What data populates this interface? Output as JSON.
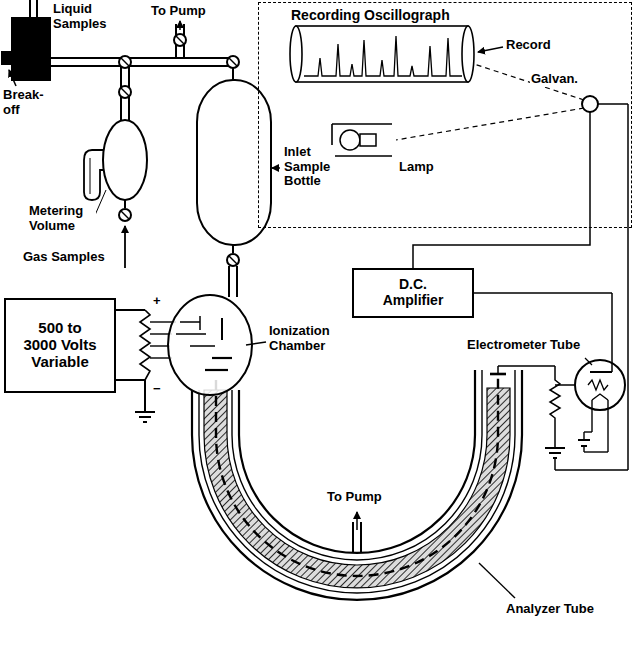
{
  "diagram": {
    "nodes": [
      {
        "text": [
          "Recording Oscillograph"
        ]
      },
      {
        "text": [
          "D.C. Amplifier"
        ]
      },
      {
        "text": [
          "500 to 3000 Volts Variable"
        ]
      }
    ],
    "edges": [
      {
        "from": 1,
        "to": 0,
        "arrow": "none"
      }
    ],
    "labels": [
      "Liquid Samples",
      "To Pump",
      "Break-off",
      "Metering Volume",
      "Gas Samples",
      "Inlet Sample Bottle",
      "Record",
      "Galvan.",
      "Lamp",
      "Electrometer Tube",
      "Ionization Chamber",
      "To Pump",
      "Analyzer Tube",
      "+",
      "−"
    ]
  }
}
